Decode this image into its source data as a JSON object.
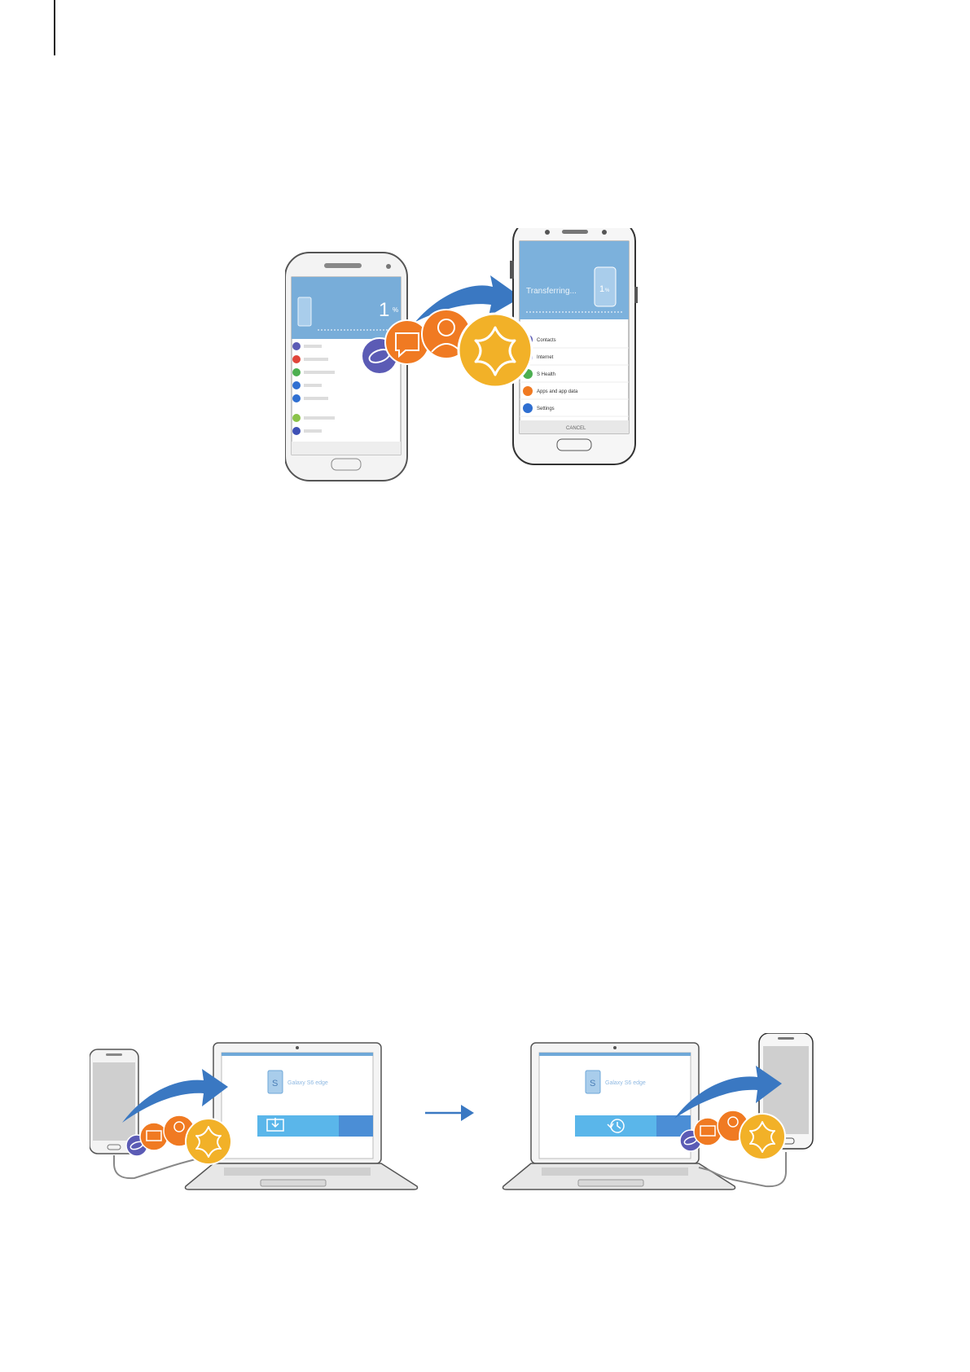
{
  "page": {
    "background": "#ffffff"
  },
  "colors": {
    "screen_blue": "#6fa8d8",
    "arrow_blue": "#3a78c2",
    "icon_purple": "#5b5bb5",
    "icon_orange": "#f07a22",
    "icon_yellow": "#f2b128",
    "phone_grey": "#c9c9c9"
  },
  "figure1": {
    "old_phone": {
      "progress_text": "1",
      "progress_unit": "%"
    },
    "new_phone": {
      "progress_text": "1",
      "progress_unit": "%",
      "heading": "Transferring...",
      "list_items": [
        "Contacts",
        "Internet",
        "S Health",
        "Apps and app data",
        "Settings"
      ],
      "bottom_button": "CANCEL"
    },
    "data_icons": [
      "internet-icon",
      "message-icon",
      "contacts-icon",
      "gallery-icon"
    ]
  },
  "figure2": {
    "laptop1": {
      "device_label": "S",
      "device_name": "Galaxy S6 edge",
      "action_icon": "backup-icon"
    },
    "laptop2": {
      "device_label": "S",
      "device_name": "Galaxy S6 edge",
      "action_icon": "restore-icon"
    },
    "data_icons": [
      "internet-icon",
      "message-icon",
      "contacts-icon",
      "gallery-icon"
    ]
  }
}
